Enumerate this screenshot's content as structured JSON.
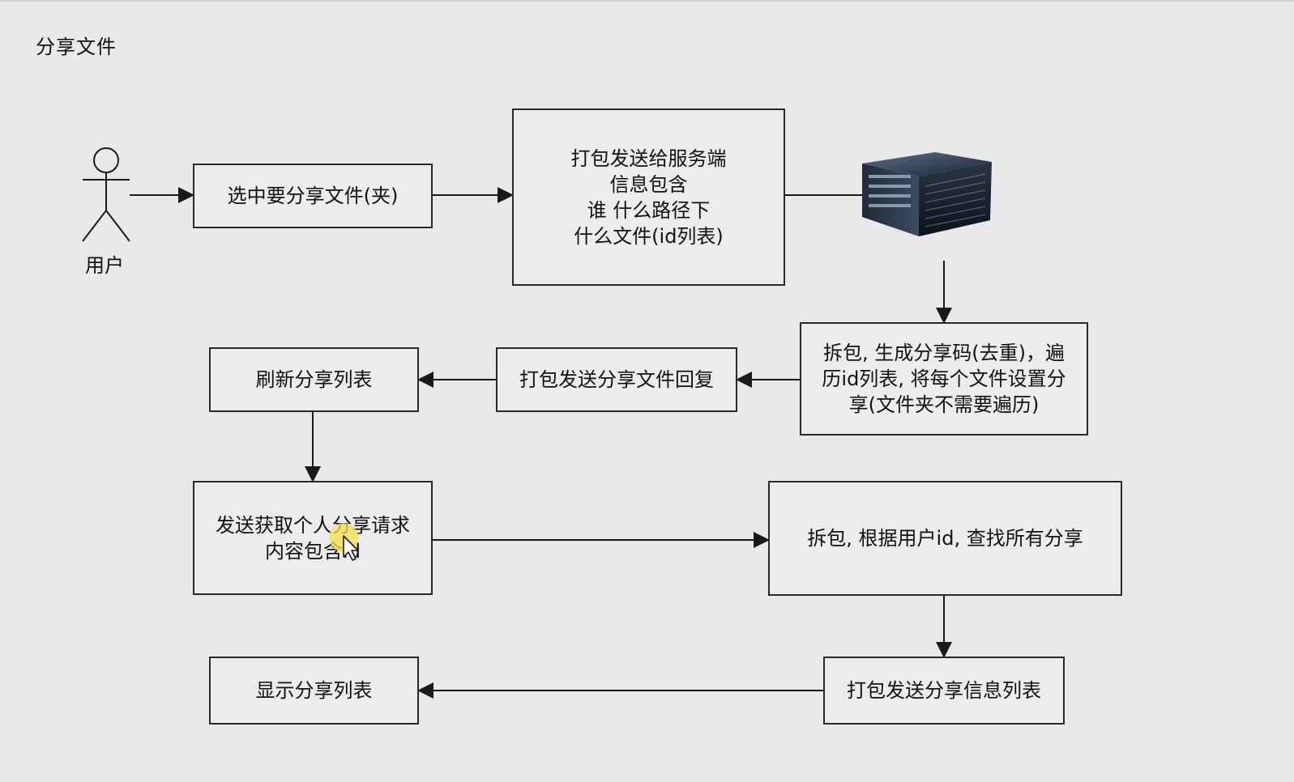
{
  "title": "分享文件",
  "actor": {
    "label": "用户"
  },
  "nodes": {
    "select": "选中要分享文件(夹)",
    "pack_send": "打包发送给服务端\n信息包含\n谁 什么路径下\n什么文件(id列表)",
    "unpack_code": "拆包, 生成分享码(去重)，遍\n历id列表, 将每个文件设置分\n享(文件夹不需要遍历)",
    "reply": "打包发送分享文件回复",
    "refresh": "刷新分享列表",
    "request": "发送获取个人分享请求\n内容包含id",
    "lookup": "拆包, 根据用户id, 查找所有分享",
    "send_list": "打包发送分享信息列表",
    "show": "显示分享列表"
  },
  "icons": {
    "server": "server-icon",
    "actor": "user-icon",
    "cursor": "mouse-cursor-icon"
  },
  "colors": {
    "background": "#e9e9e9",
    "stroke": "#2a2a2a",
    "cursor_highlight": "#f4e04d"
  }
}
